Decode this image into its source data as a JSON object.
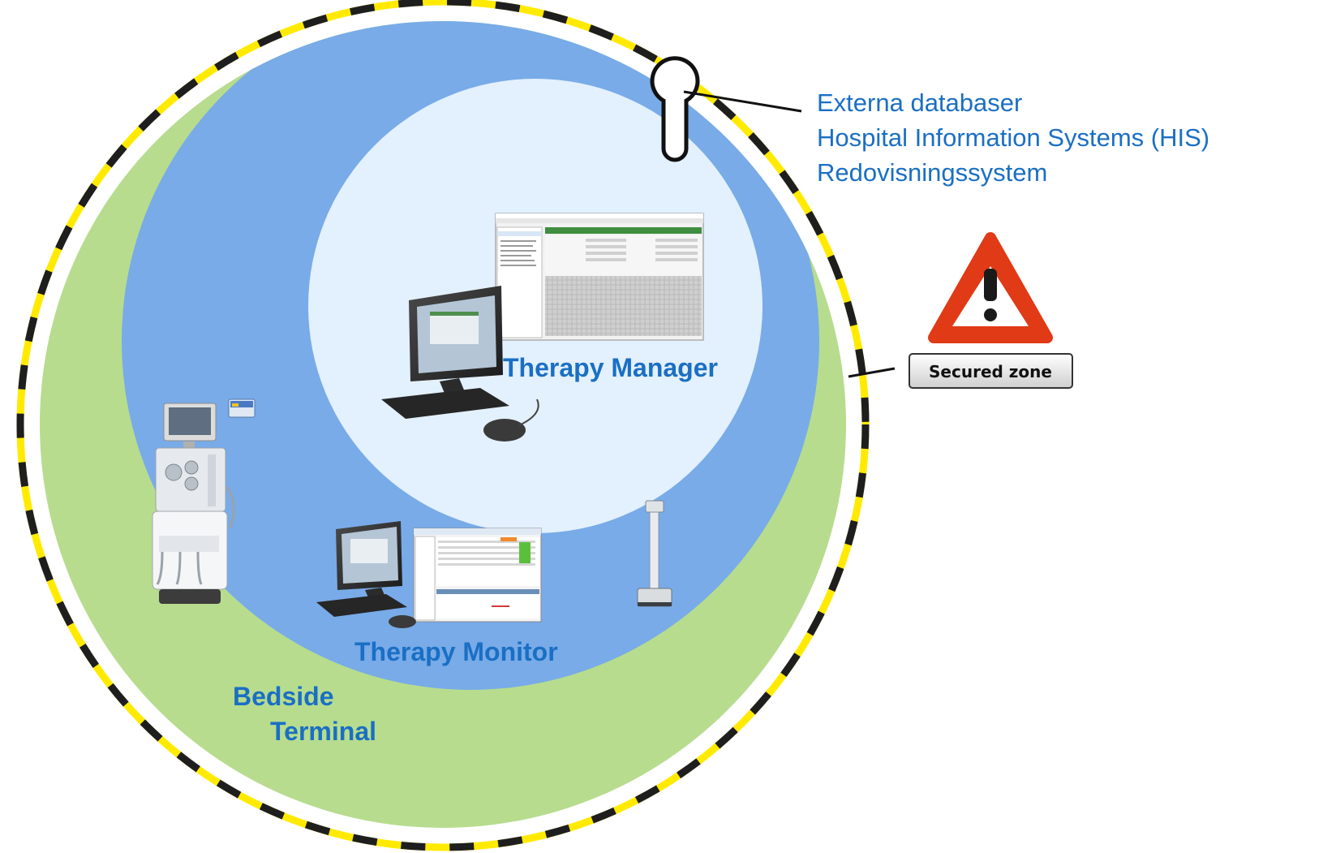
{
  "zones": {
    "manager": "Therapy Manager",
    "monitor": "Therapy Monitor",
    "bedside_line1": "Bedside",
    "bedside_line2": "Terminal"
  },
  "external_systems": [
    "Externa databaser",
    "Hospital Information Systems (HIS)",
    "Redovisningssystem"
  ],
  "secured_zone_label": "Secured zone",
  "colors": {
    "green_zone": "#b7dc8e",
    "blue_zone": "#78abe8",
    "light_zone": "#e3f0fd",
    "label_blue": "#1a6fc4",
    "warning_red": "#e03a16",
    "border_yellow": "#ffea00",
    "border_black": "#1e1e1e"
  },
  "icons": [
    "warning-triangle-icon",
    "keyhole-icon",
    "dialysis-machine-icon",
    "desktop-computer-icon",
    "weighing-scale-icon",
    "card-reader-icon"
  ]
}
